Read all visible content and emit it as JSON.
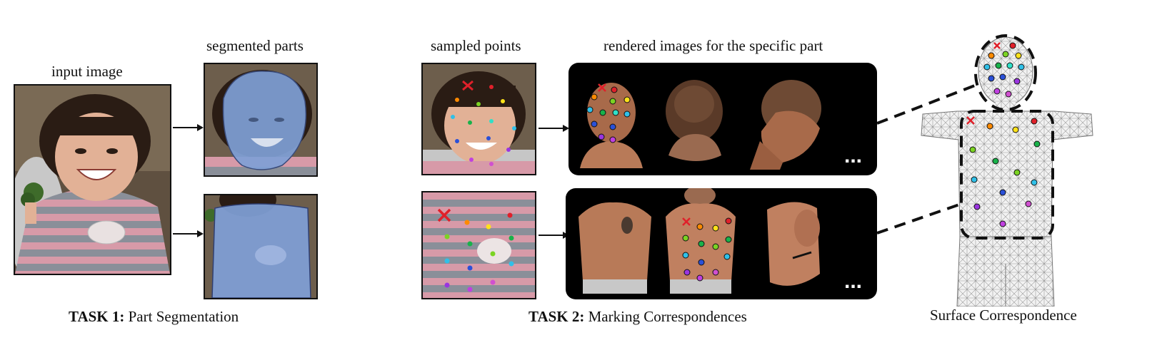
{
  "labels": {
    "input_image": "input image",
    "segmented_parts": "segmented parts",
    "sampled_points": "sampled points",
    "rendered_images": "rendered images for the specific part",
    "surface_correspondence": "Surface Correspondence"
  },
  "tasks": {
    "task1_bold": "TASK 1:",
    "task1_text": " Part Segmentation",
    "task2_bold": "TASK 2:",
    "task2_text": " Marking Correspondences"
  },
  "ellipsis": "...",
  "colors": {
    "mask_blue": "#7f9fd6",
    "marker_red": "#e0202a",
    "panel_bg": "#000000",
    "shirt_pink": "#d79aa8",
    "shirt_gray": "#8a8f99",
    "skin": "#c48a66"
  }
}
